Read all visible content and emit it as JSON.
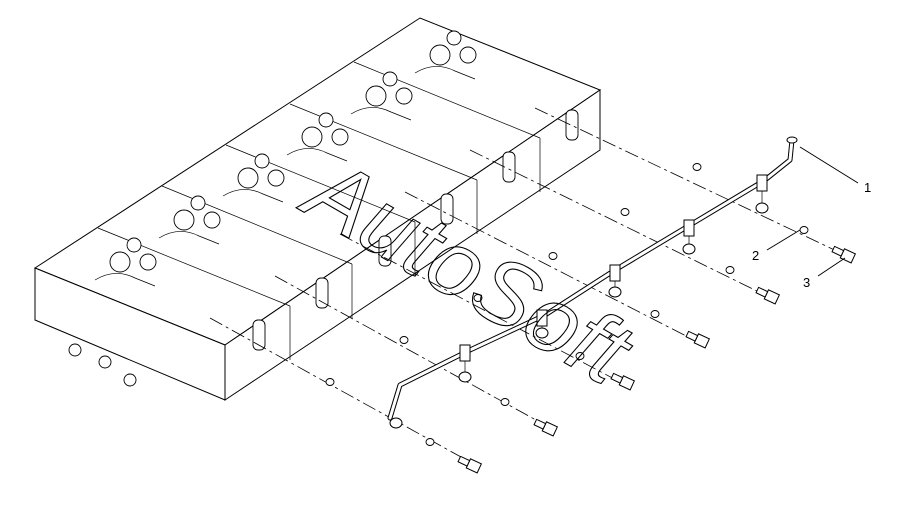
{
  "diagram": {
    "callouts": [
      {
        "label": "1"
      },
      {
        "label": "2"
      },
      {
        "label": "3"
      }
    ],
    "watermark": "AutoSoft"
  }
}
